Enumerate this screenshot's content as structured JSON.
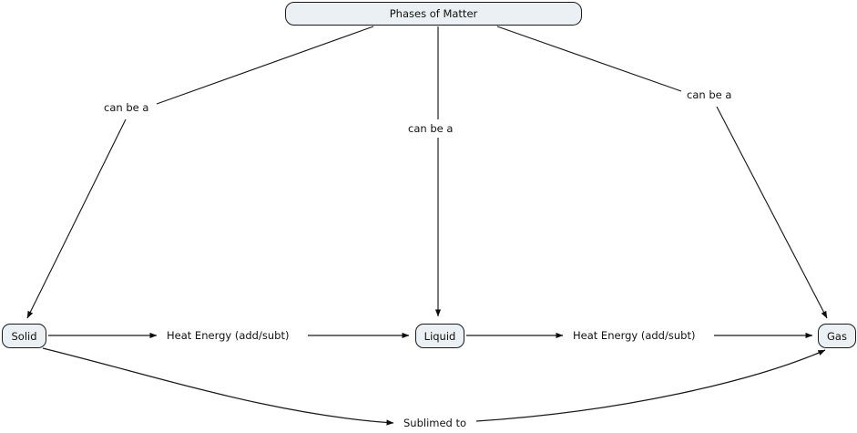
{
  "diagram": {
    "title": "Phases of Matter",
    "type": "concept-map",
    "background_color": "#ffffff",
    "node_fill_color": "#eaf0f3",
    "node_border_color": "#1a1a1a",
    "edge_color": "#1a1a1a",
    "text_color": "#111111"
  },
  "nodes": [
    {
      "id": "root",
      "label": "Phases of Matter"
    },
    {
      "id": "solid",
      "label": "Solid"
    },
    {
      "id": "liquid",
      "label": "Liquid"
    },
    {
      "id": "gas",
      "label": "Gas"
    }
  ],
  "edge_labels": {
    "can_be_a_left": "can be a",
    "can_be_a_mid": "can be a",
    "can_be_a_right": "can be a",
    "heat_solid_liquid": "Heat Energy (add/subt)",
    "heat_liquid_gas": "Heat Energy (add/subt)",
    "sublimed": "Sublimed to"
  },
  "edges": [
    {
      "from": "root",
      "to": "solid",
      "label": "can be a"
    },
    {
      "from": "root",
      "to": "liquid",
      "label": "can be a"
    },
    {
      "from": "root",
      "to": "gas",
      "label": "can be a"
    },
    {
      "from": "solid",
      "to": "liquid",
      "label": "Heat Energy (add/subt)"
    },
    {
      "from": "liquid",
      "to": "gas",
      "label": "Heat Energy (add/subt)"
    },
    {
      "from": "solid",
      "to": "gas",
      "label": "Sublimed to"
    }
  ]
}
